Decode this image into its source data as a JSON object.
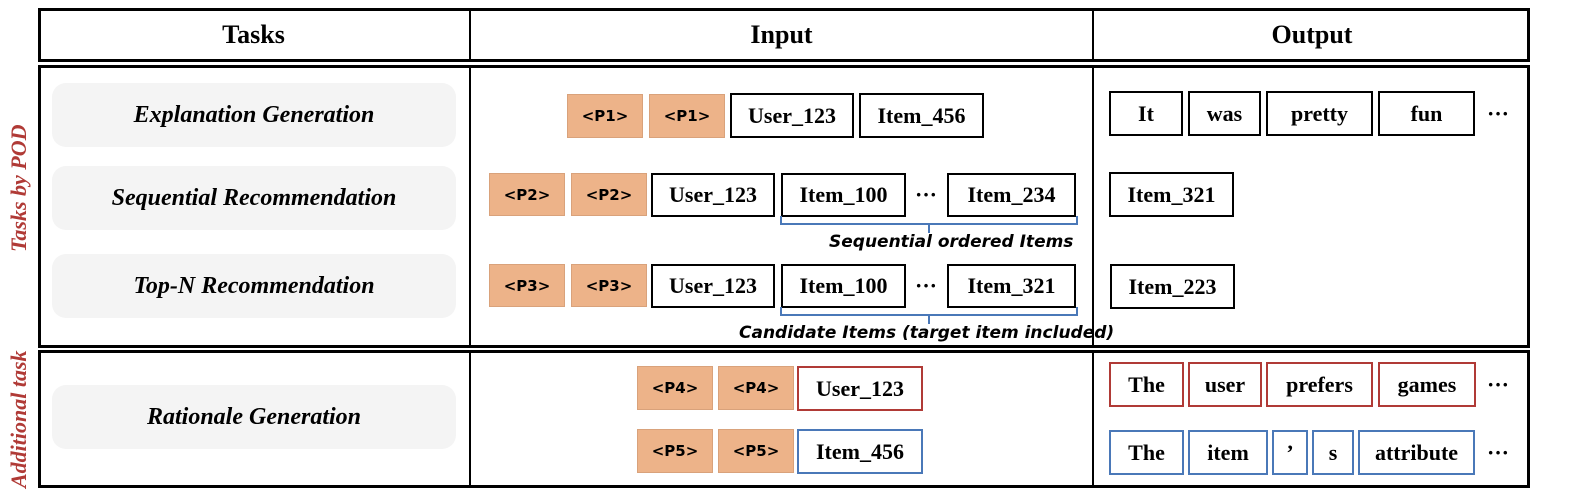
{
  "header": {
    "tasks": "Tasks",
    "input": "Input",
    "output": "Output"
  },
  "side_labels": {
    "pod": "Tasks by POD",
    "additional": "Additional task"
  },
  "rows": {
    "explanation": {
      "task": "Explanation Generation",
      "input": [
        "<P1>",
        "<P1>",
        "User_123",
        "Item_456"
      ],
      "output": [
        "It",
        "was",
        "pretty",
        "fun"
      ],
      "output_ellipsis": "···"
    },
    "sequential": {
      "task": "Sequential Recommendation",
      "input": [
        "<P2>",
        "<P2>",
        "User_123",
        "Item_100",
        "Item_234"
      ],
      "input_ellipsis": "···",
      "brace_label": "Sequential ordered Items",
      "output": [
        "Item_321"
      ]
    },
    "topn": {
      "task": "Top-N Recommendation",
      "input": [
        "<P3>",
        "<P3>",
        "User_123",
        "Item_100",
        "Item_321"
      ],
      "input_ellipsis": "···",
      "brace_label": "Candidate Items (target item included)",
      "output": [
        "Item_223"
      ]
    },
    "rationale": {
      "task": "Rationale Generation",
      "input_user": [
        "<P4>",
        "<P4>",
        "User_123"
      ],
      "input_item": [
        "<P5>",
        "<P5>",
        "Item_456"
      ],
      "output_user": [
        "The",
        "user",
        "prefers",
        "games"
      ],
      "output_item": [
        "The",
        "item",
        "’",
        "s",
        "attribute"
      ],
      "output_ellipsis": "···"
    }
  },
  "colors": {
    "prompt_token": "#edb389",
    "user_border": "#b03a36",
    "item_border": "#4a78b8",
    "side_label": "#b03a36"
  }
}
